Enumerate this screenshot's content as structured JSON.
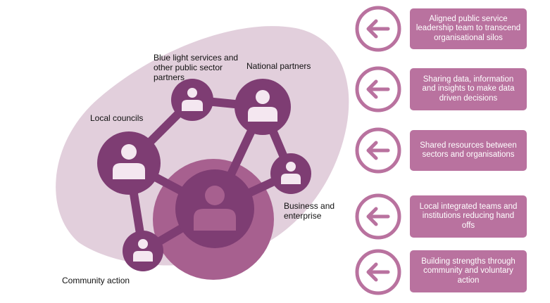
{
  "colors": {
    "blob_light": "#e2cfdc",
    "blob_mid": "#a7608f",
    "node_dark": "#7e3d73",
    "person": "#f4e7f0",
    "box": "#b9729f",
    "arrow": "#b9729f"
  },
  "nodes": [
    {
      "id": "local-councils",
      "label": "Local councils"
    },
    {
      "id": "blue-light",
      "label": "Blue light services and other public sector partners"
    },
    {
      "id": "national-partners",
      "label": "National partners"
    },
    {
      "id": "business",
      "label": "Business and enterprise"
    },
    {
      "id": "community",
      "label": "Community action"
    }
  ],
  "benefits": [
    {
      "icon": "arrow-left-icon",
      "text": "Aligned public service leadership team to transcend organisational silos"
    },
    {
      "icon": "arrow-left-icon",
      "text": "Sharing data, information and insights to make data driven decisions"
    },
    {
      "icon": "arrow-left-icon",
      "text": "Shared resources between sectors and organisations"
    },
    {
      "icon": "arrow-left-icon",
      "text": "Local integrated teams and institutions reducing hand offs"
    },
    {
      "icon": "arrow-left-icon",
      "text": "Building strengths through community and voluntary action"
    }
  ]
}
